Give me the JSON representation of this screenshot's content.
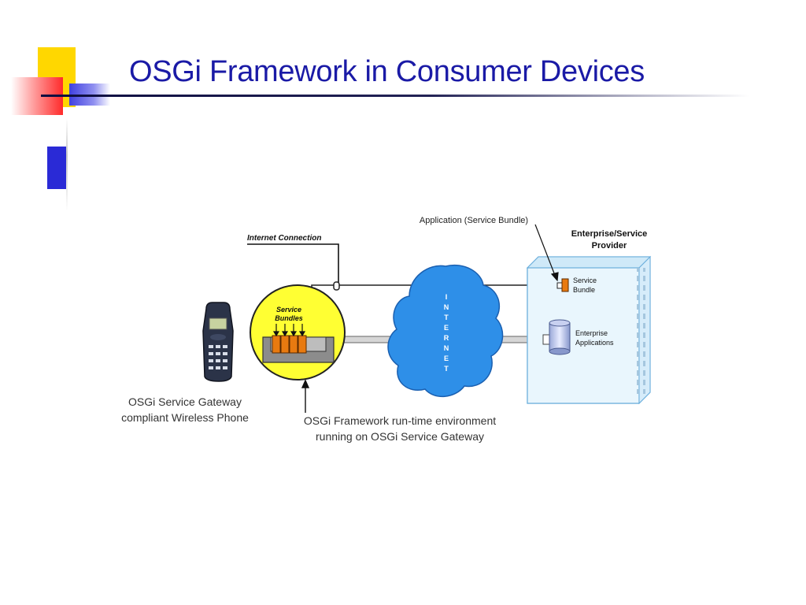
{
  "slide": {
    "title": "OSGi Framework in Consumer Devices"
  },
  "diagram": {
    "internet_connection_label": "Internet Connection",
    "application_label": "Application (Service Bundle)",
    "provider_label_line1": "Enterprise/Service",
    "provider_label_line2": "Provider",
    "service_bundle_line1": "Service",
    "service_bundle_line2": "Bundle",
    "enterprise_apps_line1": "Enterprise",
    "enterprise_apps_line2": "Applications",
    "gateway_bundles_line1": "Service",
    "gateway_bundles_line2": "Bundles",
    "internet_letters": [
      "I",
      "N",
      "T",
      "E",
      "R",
      "N",
      "E",
      "T"
    ],
    "phone_caption_line1": "OSGi Service Gateway",
    "phone_caption_line2": "compliant Wireless Phone",
    "framework_caption_line1": "OSGi Framework run-time environment",
    "framework_caption_line2": "running on OSGi Service Gateway"
  },
  "colors": {
    "title": "#1a1aa6",
    "deco_yellow": "#ffd700",
    "deco_blue": "#2a2ad6",
    "deco_red": "#ff3b3b",
    "gateway_fill": "#ffff33",
    "bundle_orange": "#e87a10",
    "cloud_blue": "#2e8fe8",
    "building_fill": "#dcf0fb"
  }
}
